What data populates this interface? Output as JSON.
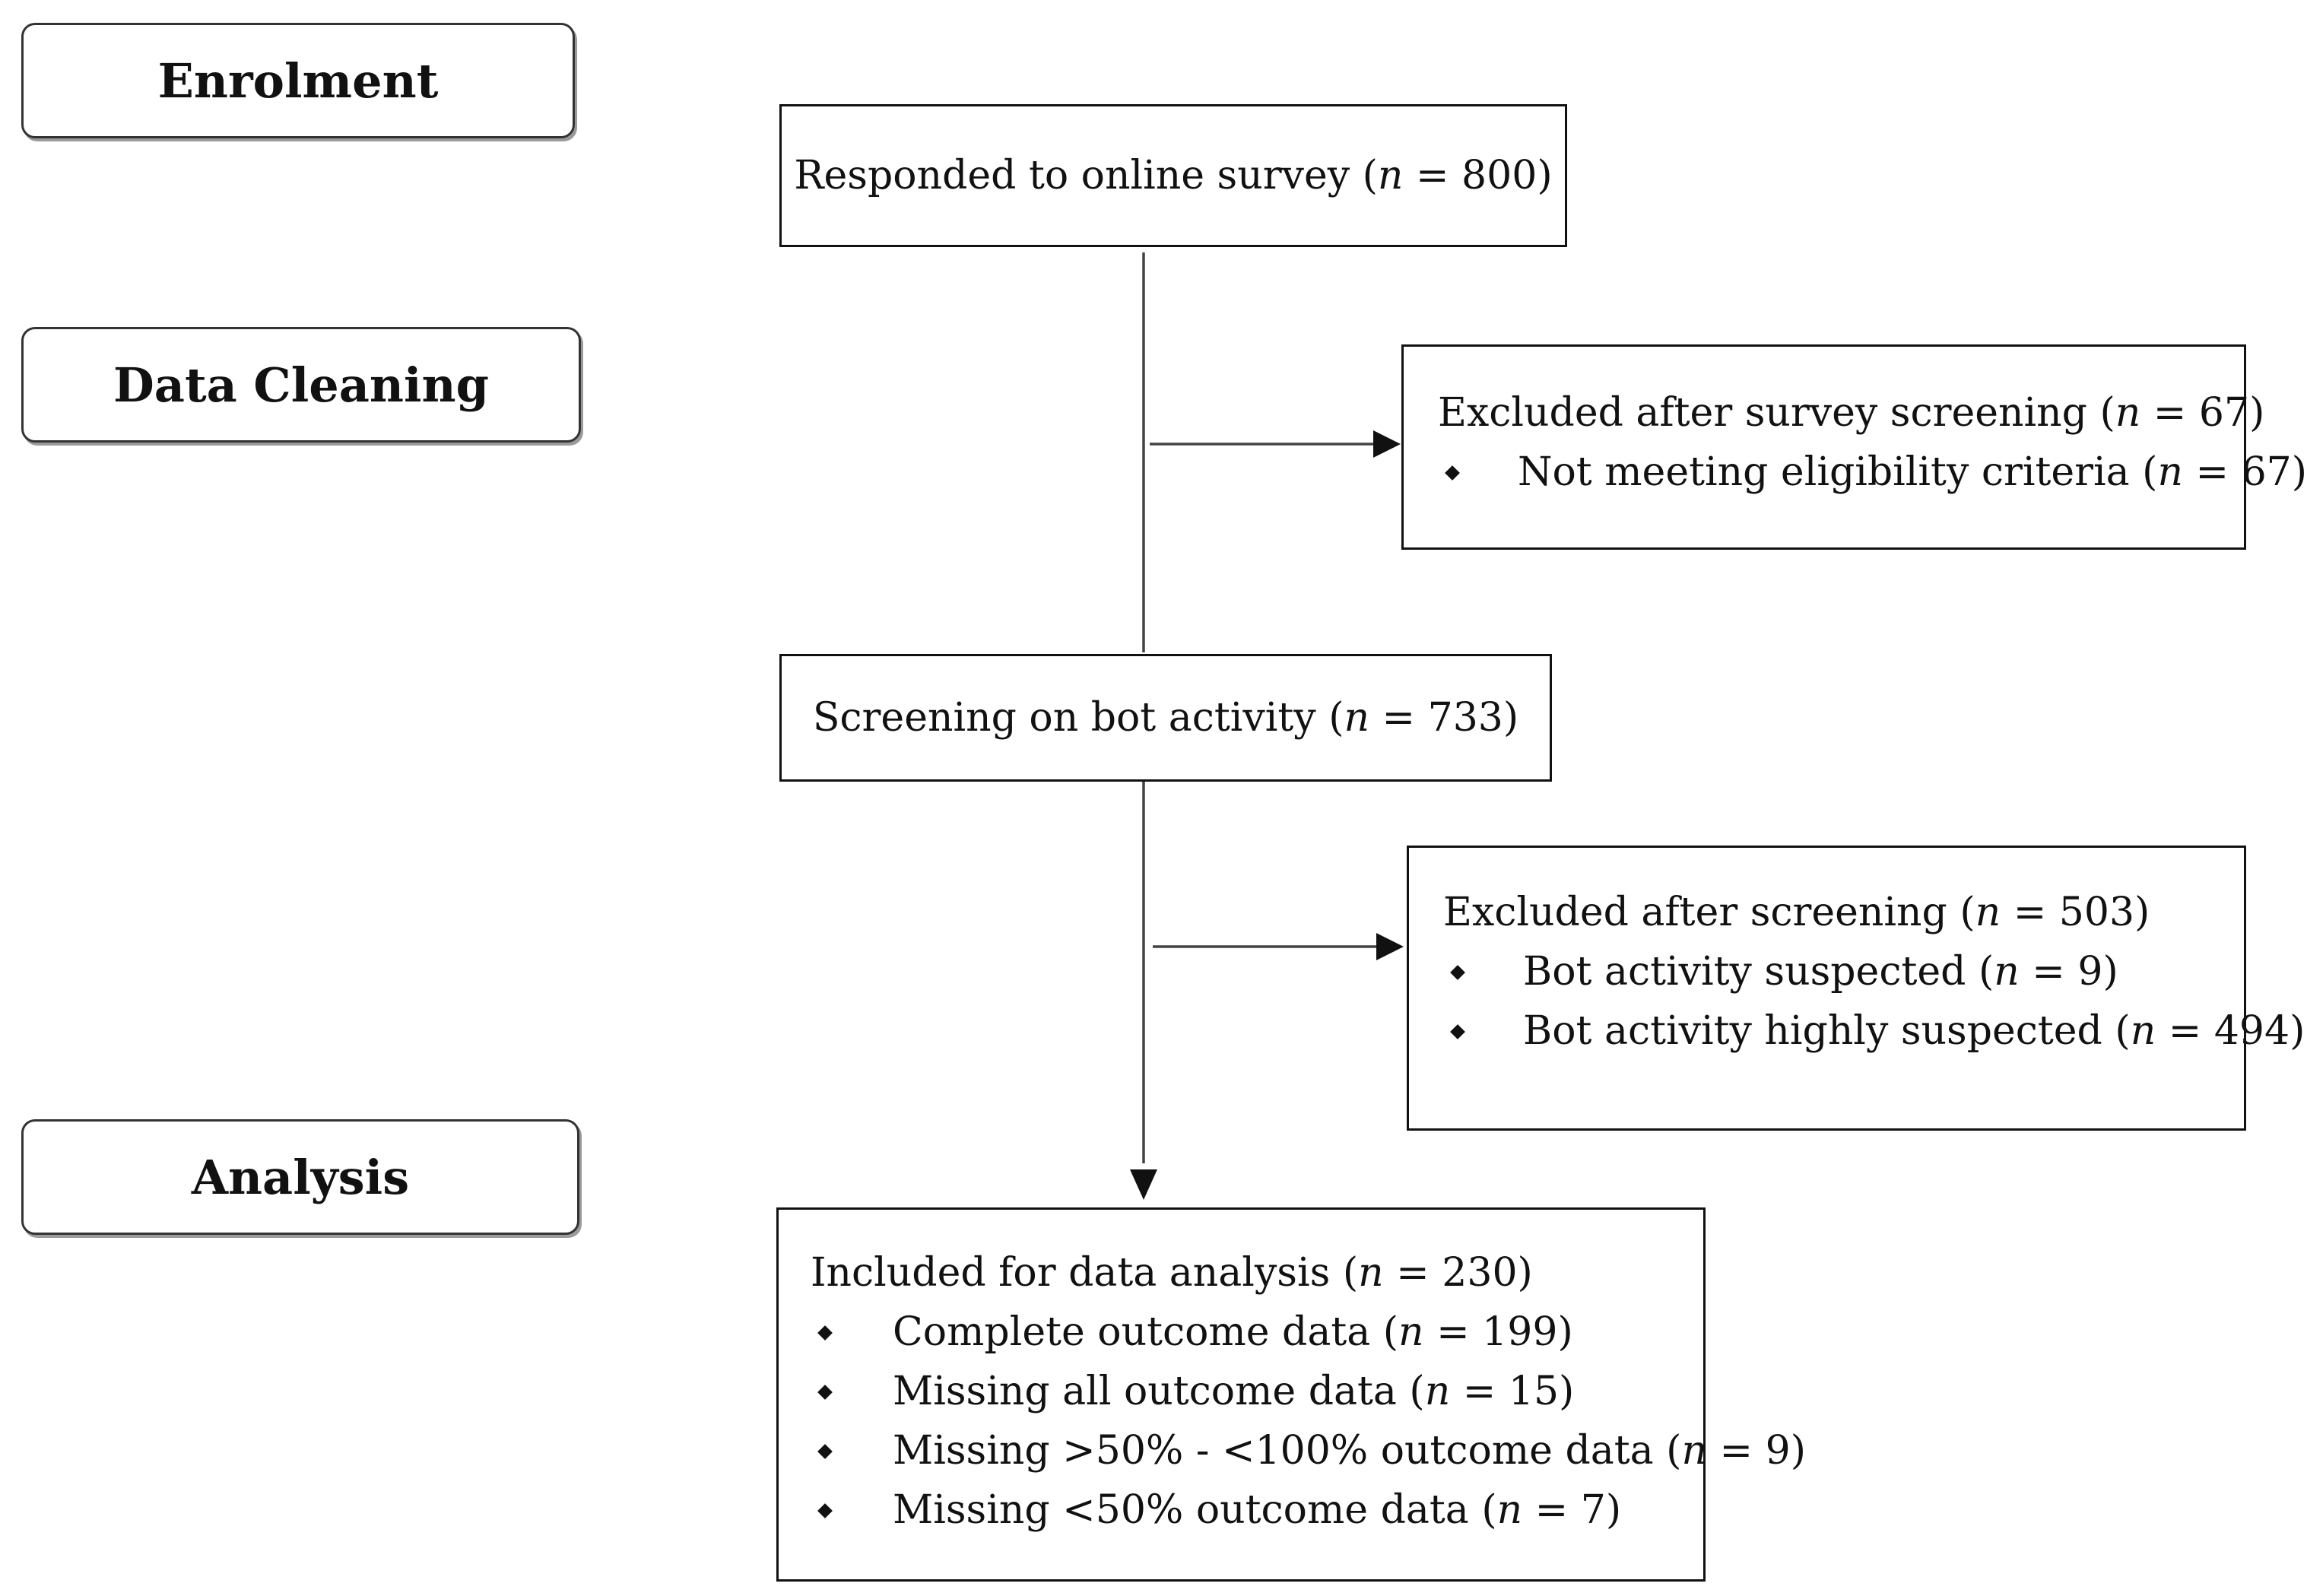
{
  "stages": {
    "enrolment": "Enrolment",
    "data_cleaning": "Data Cleaning",
    "analysis": "Analysis"
  },
  "boxes": {
    "responded": {
      "text": "Responded to online survey",
      "n_label": "n",
      "n_value": "= 800",
      "close": ")"
    },
    "excluded_survey": {
      "title": "Excluded after survey screening",
      "n_label": "n",
      "n_value": "= 67",
      "items": [
        {
          "text": "Not meeting eligibility criteria",
          "n_label": "n",
          "n_value": "= 67"
        }
      ]
    },
    "bot_screening": {
      "text": "Screening on bot activity",
      "n_label": "n",
      "n_value": "= 733"
    },
    "excluded_bot": {
      "title": "Excluded after screening",
      "n_label": "n",
      "n_value": "= 503",
      "items": [
        {
          "text": "Bot activity suspected",
          "n_label": "n",
          "n_value": "= 9"
        },
        {
          "text": "Bot activity highly suspected",
          "n_label": "n",
          "n_value": "= 494"
        }
      ]
    },
    "included": {
      "title": "Included for data analysis",
      "n_label": "n",
      "n_value": "= 230",
      "items": [
        {
          "text": "Complete outcome data",
          "n_label": "n",
          "n_value": "= 199"
        },
        {
          "text": "Missing all outcome data",
          "n_label": "n",
          "n_value": "= 15"
        },
        {
          "text": "Missing >50% - <100% outcome data",
          "n_label": "n",
          "n_value": "= 9"
        },
        {
          "text": "Missing <50% outcome data",
          "n_label": "n",
          "n_value": "= 7"
        }
      ]
    }
  }
}
